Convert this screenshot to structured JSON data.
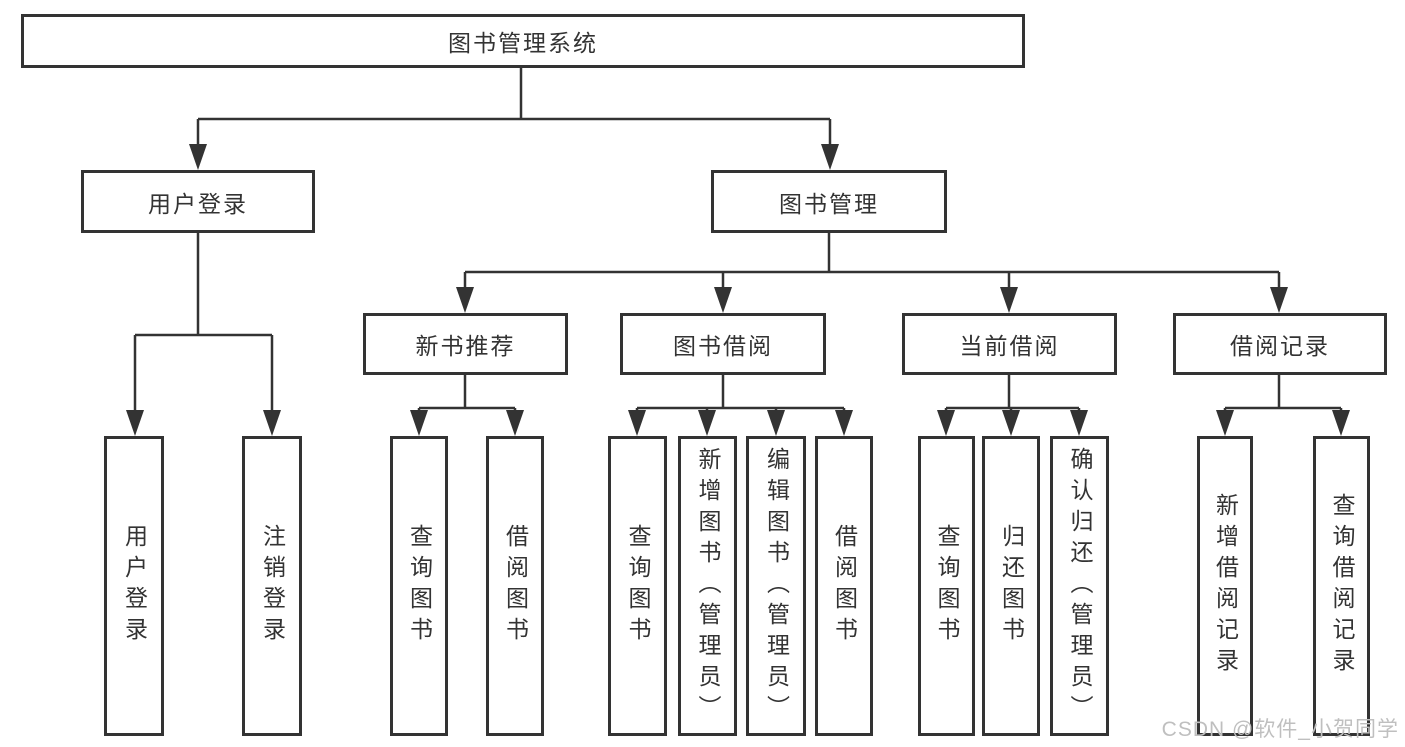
{
  "tree": {
    "label": "图书管理系统",
    "children": [
      {
        "label": "用户登录",
        "children": [
          {
            "label": "用户登录"
          },
          {
            "label": "注销登录"
          }
        ]
      },
      {
        "label": "图书管理",
        "children": [
          {
            "label": "新书推荐",
            "children": [
              {
                "label": "查询图书"
              },
              {
                "label": "借阅图书"
              }
            ]
          },
          {
            "label": "图书借阅",
            "children": [
              {
                "label": "查询图书"
              },
              {
                "label": "新增图书（管理员）"
              },
              {
                "label": "编辑图书（管理员）"
              },
              {
                "label": "借阅图书"
              }
            ]
          },
          {
            "label": "当前借阅",
            "children": [
              {
                "label": "查询图书"
              },
              {
                "label": "归还图书"
              },
              {
                "label": "确认归还（管理员）"
              }
            ]
          },
          {
            "label": "借阅记录",
            "children": [
              {
                "label": "新增借阅记录"
              },
              {
                "label": "查询借阅记录"
              }
            ]
          }
        ]
      }
    ]
  },
  "watermark": {
    "text": "CSDN @软件_小贺同学"
  },
  "colors": {
    "border": "#333333",
    "text": "#333333",
    "background": "#ffffff",
    "watermark": "#bfbfbf"
  }
}
